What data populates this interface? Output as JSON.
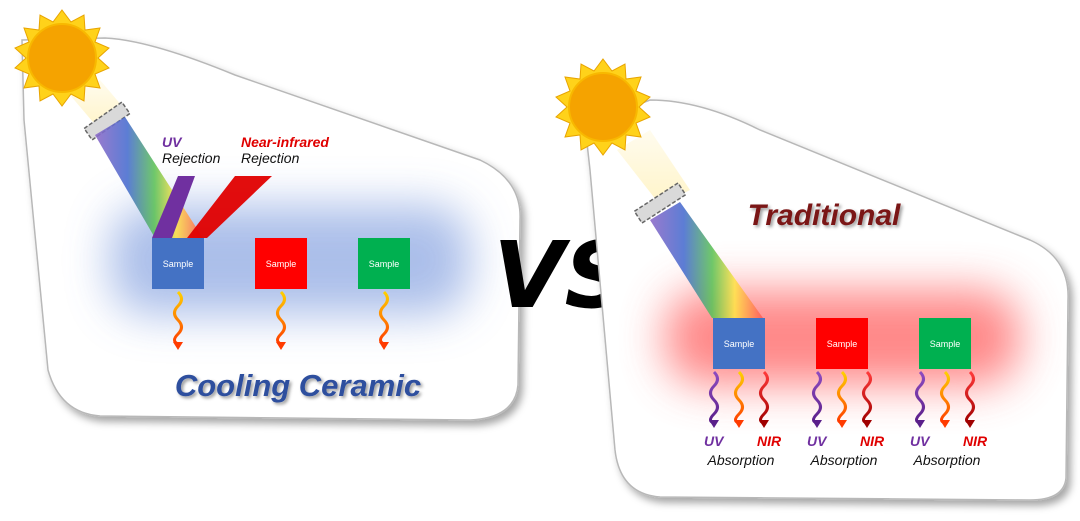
{
  "left_panel": {
    "title": "Cooling Ceramic",
    "uv_label": "UV",
    "uv_action": "Rejection",
    "nir_label": "Near-infrared",
    "nir_action": "Rejection",
    "samples": [
      {
        "label": "Sample",
        "color": "#4472c4"
      },
      {
        "label": "Sample",
        "color": "#ff0000"
      },
      {
        "label": "Sample",
        "color": "#00b050"
      }
    ],
    "glow_color": "#9db4e6"
  },
  "vs_label": "VS",
  "right_panel": {
    "title": "Traditional",
    "samples": [
      {
        "label": "Sample",
        "color": "#4472c4",
        "uv": "UV",
        "nir": "NIR",
        "action": "Absorption"
      },
      {
        "label": "Sample",
        "color": "#ff0000",
        "uv": "UV",
        "nir": "NIR",
        "action": "Absorption"
      },
      {
        "label": "Sample",
        "color": "#00b050",
        "uv": "UV",
        "nir": "NIR",
        "action": "Absorption"
      }
    ],
    "glow_color": "#ff6b6b"
  },
  "colors": {
    "sun": "#f7a600",
    "sun_rays": "#ffd21a",
    "uv": "#7030a0",
    "nir": "#e00000",
    "heat": "#ff8c00"
  }
}
